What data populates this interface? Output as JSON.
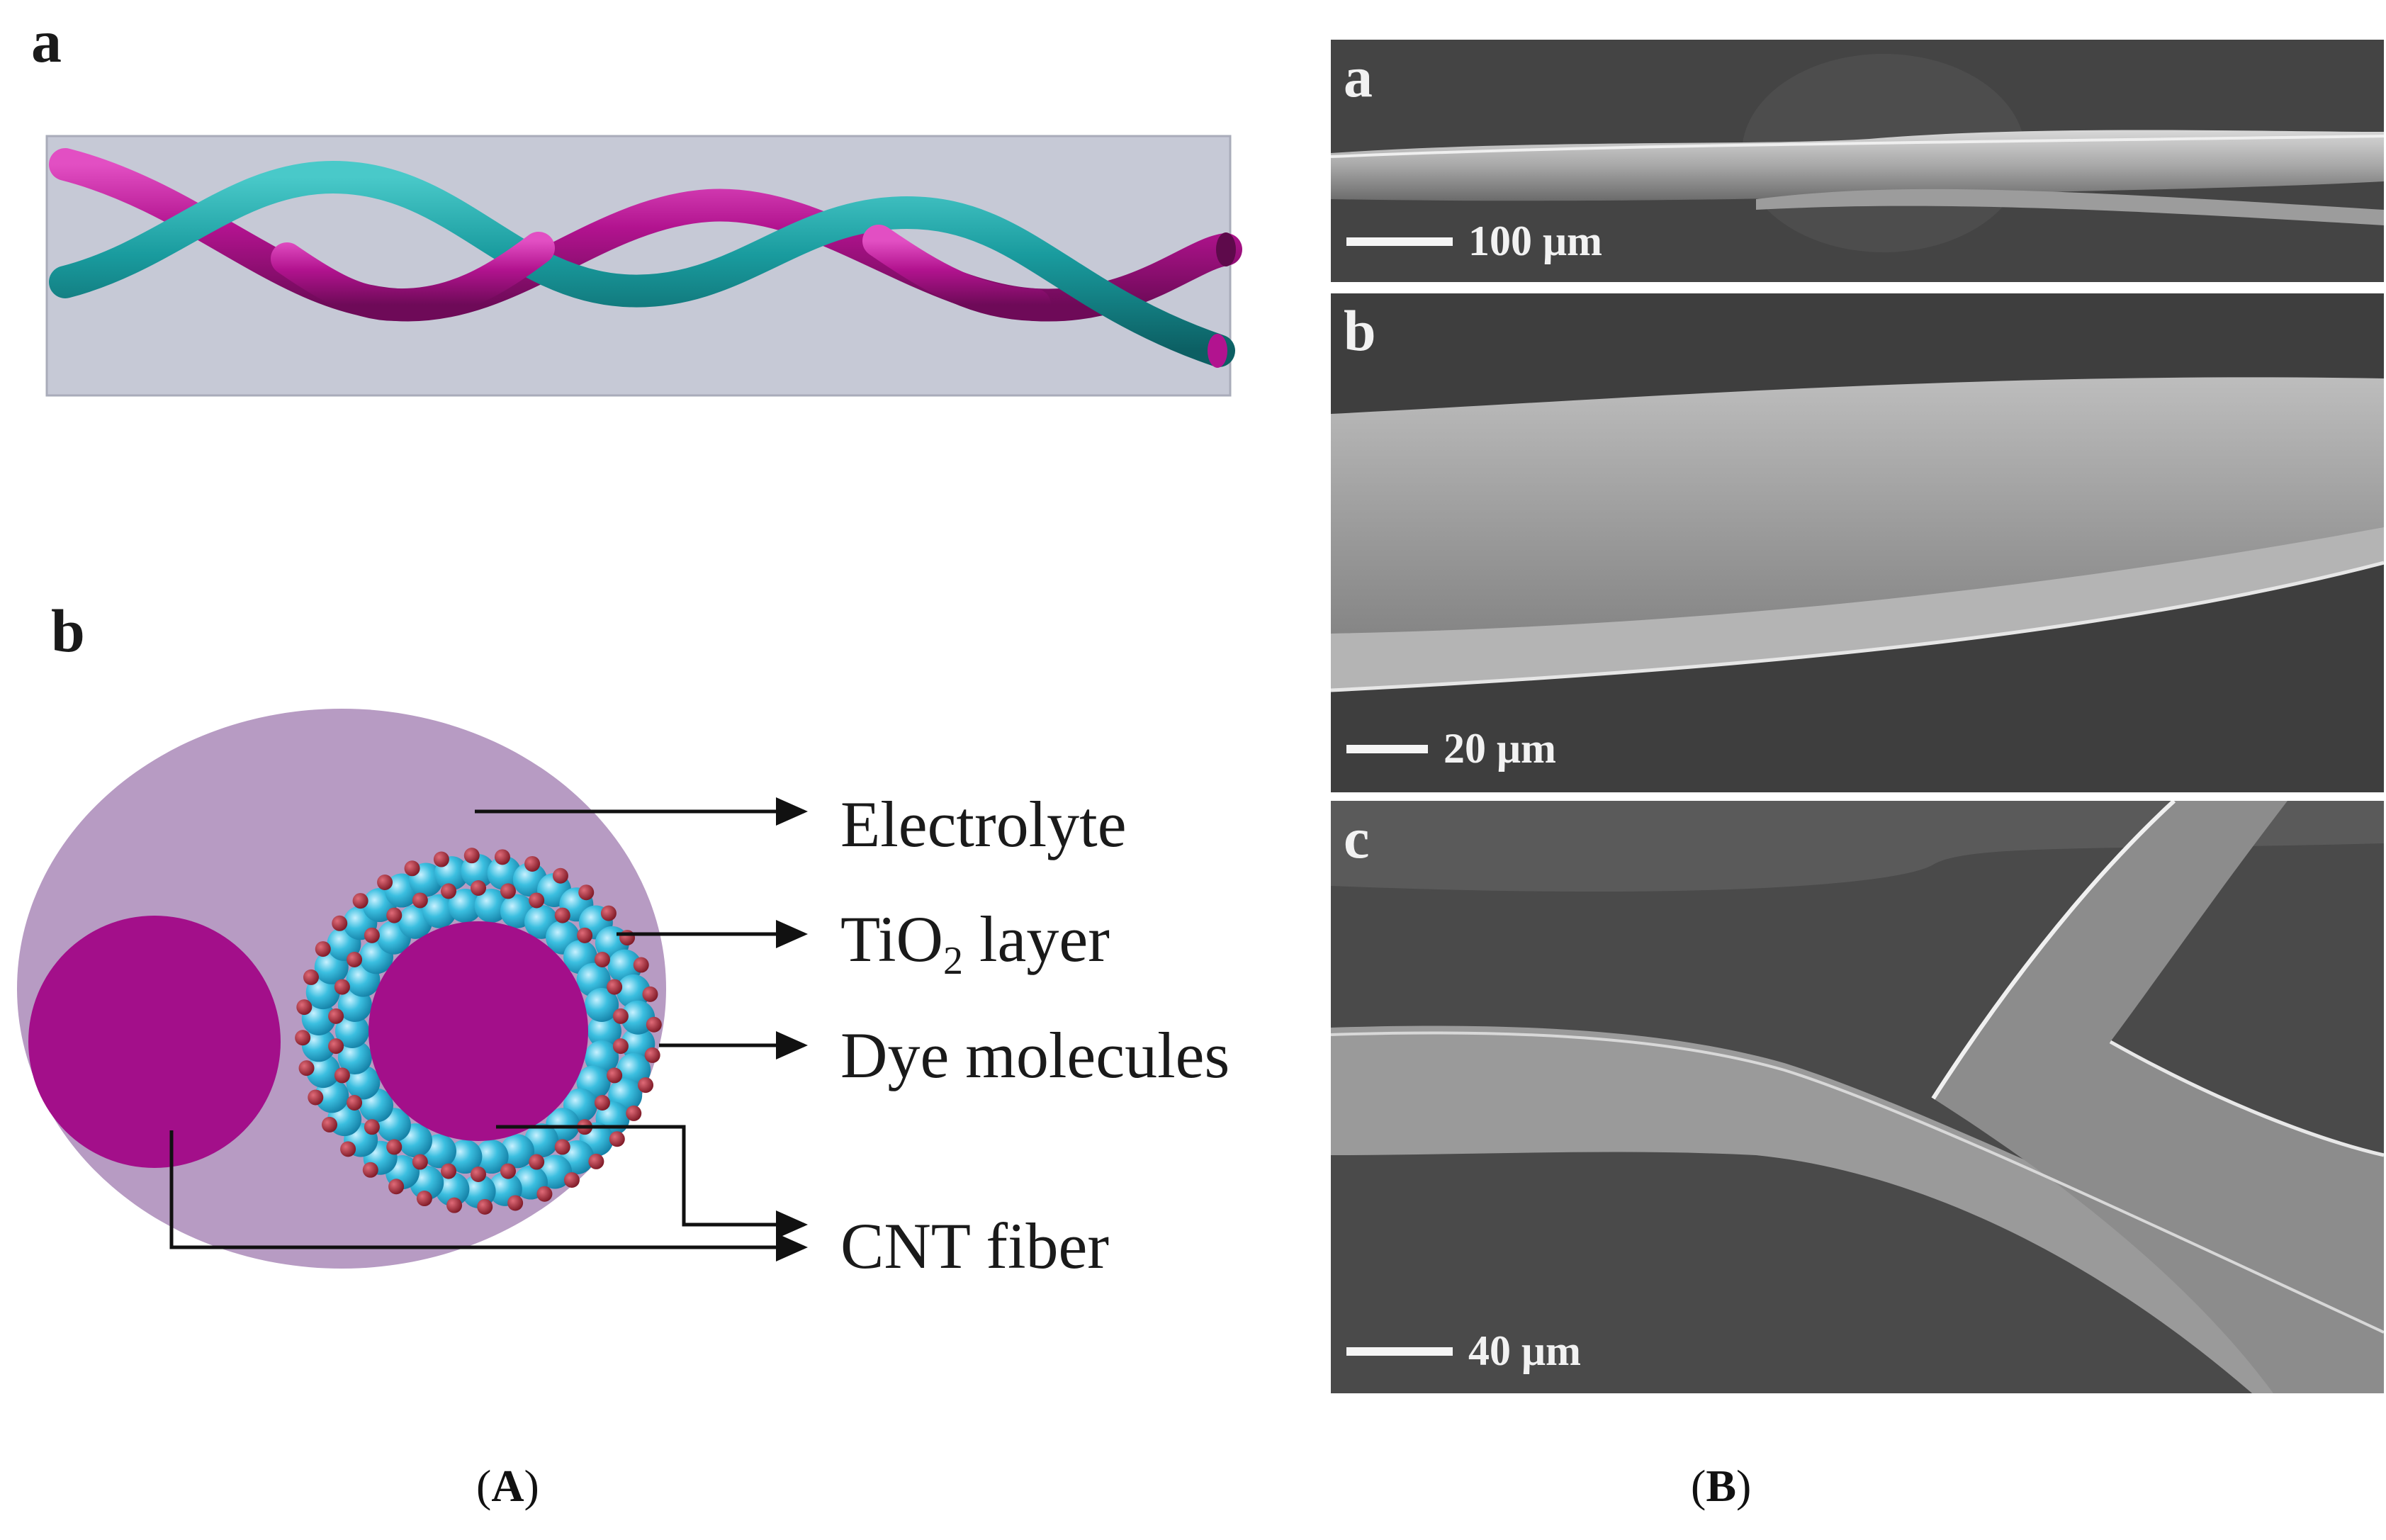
{
  "panelA": {
    "label_top": "a",
    "label_bottom": "b",
    "caption_open": "(",
    "caption_letter": "A",
    "caption_close": ")",
    "callouts": {
      "electrolyte": "Electrolyte",
      "tio2_main": "TiO",
      "tio2_sub": "2",
      "tio2_rest": " layer",
      "dye": "Dye molecules",
      "cnt": "CNT fiber"
    },
    "colors": {
      "fiber_magenta": "#b2138f",
      "fiber_teal": "#199b9e",
      "box_bg": "#c6c9d6",
      "electrolyte": "#b79bc3",
      "tio2": "#3bbfe0",
      "dye": "#a12e3e"
    }
  },
  "panelB": {
    "caption_open": "(",
    "caption_letter": "B",
    "caption_close": ")",
    "images": [
      {
        "letter": "a",
        "scale": "100 μm"
      },
      {
        "letter": "b",
        "scale": "20 μm"
      },
      {
        "letter": "c",
        "scale": "40 μm"
      }
    ]
  }
}
